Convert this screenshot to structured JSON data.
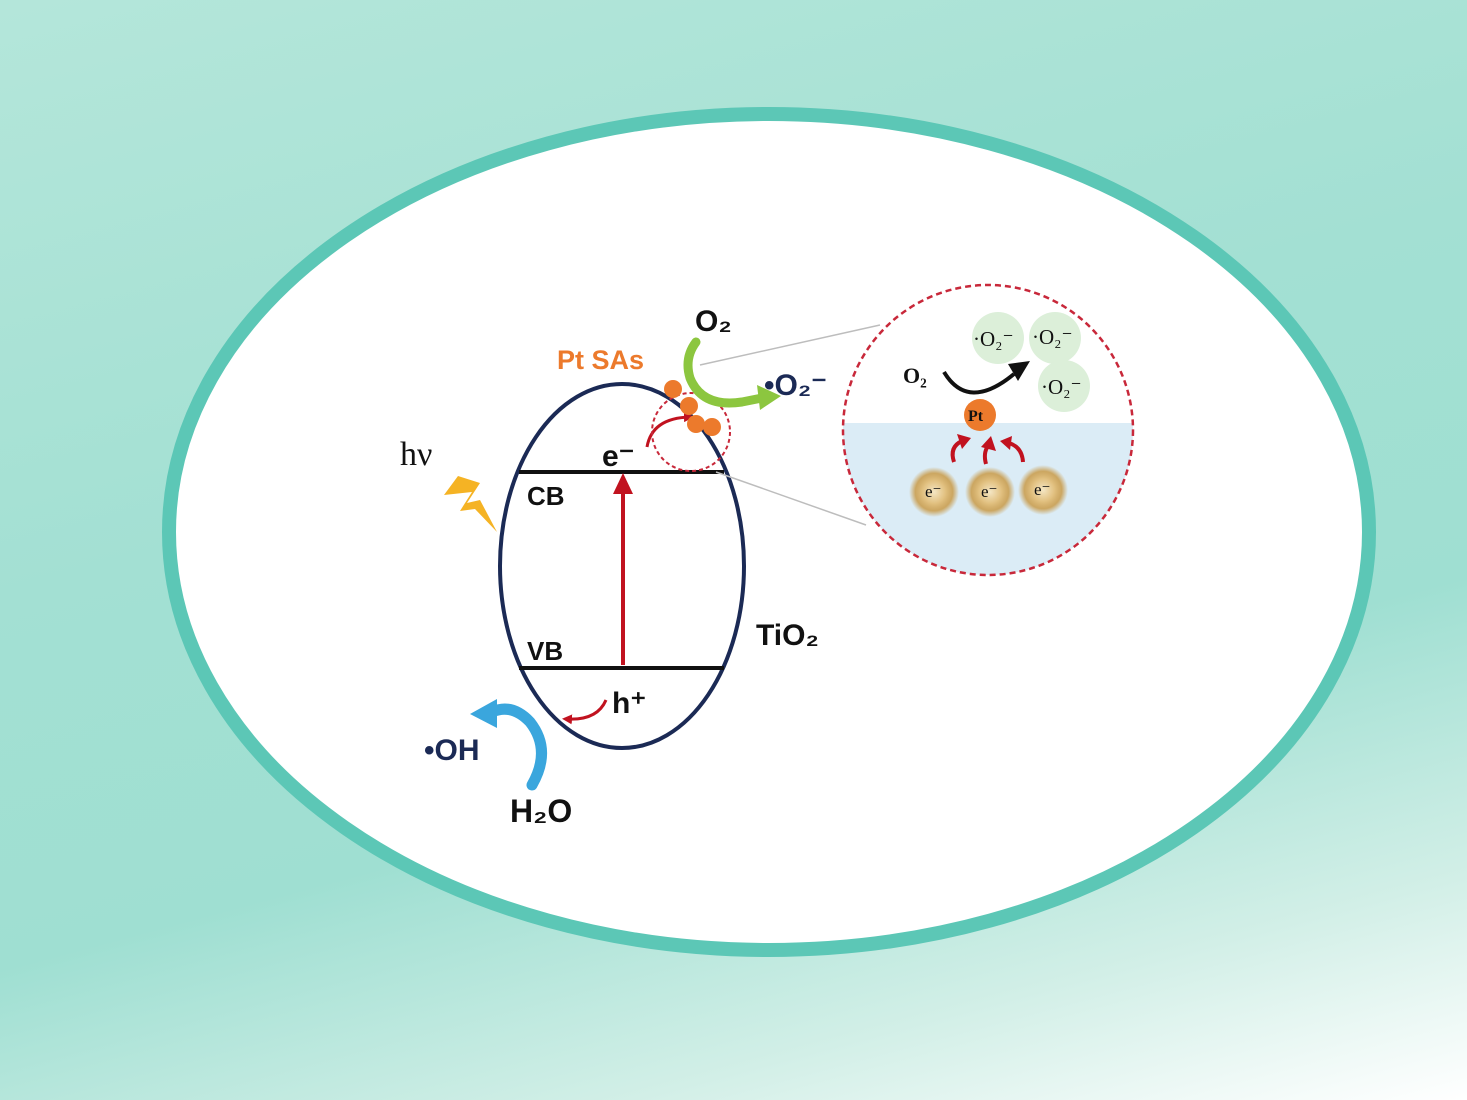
{
  "labels": {
    "hv": "hν",
    "cb": "CB",
    "vb": "VB",
    "electron": "e⁻",
    "hole": "h⁺",
    "tio2": "TiO₂",
    "pt_sas": "Pt SAs",
    "o2": "O₂",
    "superoxide": "•O₂⁻",
    "hydroxyl": "•OH",
    "water": "H₂O"
  },
  "inset": {
    "o2": "O₂",
    "pt": "Pt",
    "superoxide": "·O₂⁻",
    "electron": "e⁻"
  },
  "colors": {
    "background": "#a3e0d3",
    "frame_border": "#5cc7b6",
    "particle_outline": "#1b2a55",
    "band_line": "#111111",
    "excitation_arrow": "#c1121f",
    "pt_atoms": "#ec7a2c",
    "pt_label": "#ec7a2c",
    "o2_arrow": "#8cc63f",
    "oh_arrow": "#3aa6dd",
    "radical_text": "#1b2a55",
    "lightning": "#f5b324",
    "inset_border": "#c8283a",
    "inset_surface": "#dbecf6",
    "radical_bubble": "#dcefd9"
  },
  "icons": [
    "lightning-icon",
    "pt-atom-icon",
    "electron-glow-icon"
  ]
}
